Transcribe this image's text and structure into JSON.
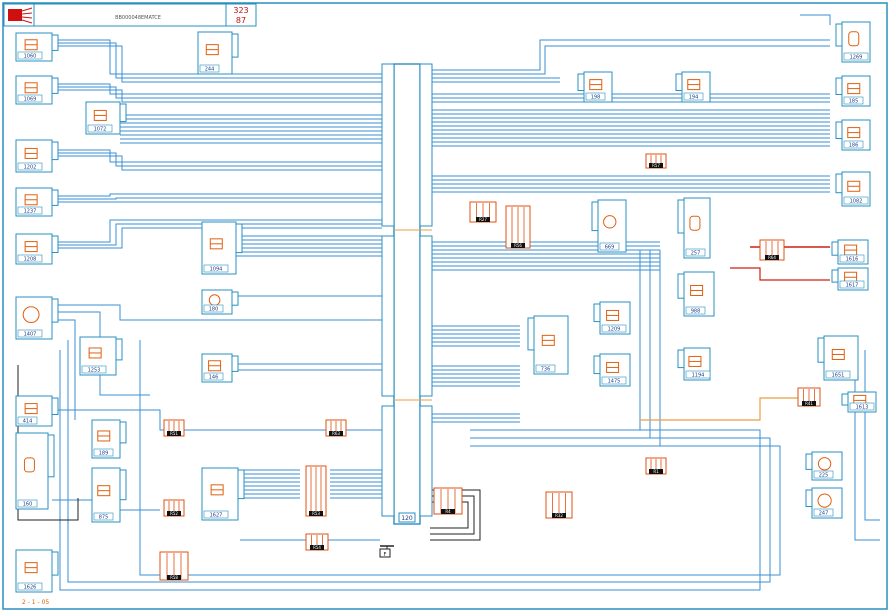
{
  "title_block": {
    "code": "323",
    "sheet": "87",
    "description": "BB000048EMATCE"
  },
  "hub": {
    "id": "120"
  },
  "fuse_component": {
    "id": "F"
  },
  "components_left": [
    {
      "id": "1060"
    },
    {
      "id": "1069"
    },
    {
      "id": "1072"
    },
    {
      "id": "1202"
    },
    {
      "id": "1237"
    },
    {
      "id": "1208"
    },
    {
      "id": "1407"
    },
    {
      "id": "1253"
    },
    {
      "id": "414"
    },
    {
      "id": "160"
    },
    {
      "id": "1626"
    }
  ],
  "components_mid_left": [
    {
      "id": "244"
    },
    {
      "id": "1094"
    },
    {
      "id": "180"
    },
    {
      "id": "146"
    },
    {
      "id": "189"
    },
    {
      "id": "875"
    },
    {
      "id": "1627"
    }
  ],
  "components_right": [
    {
      "id": "1269"
    },
    {
      "id": "185"
    },
    {
      "id": "186"
    },
    {
      "id": "1082"
    },
    {
      "id": "1616"
    },
    {
      "id": "1617"
    },
    {
      "id": "1651"
    },
    {
      "id": "1613"
    },
    {
      "id": "225"
    },
    {
      "id": "247"
    }
  ],
  "components_center_right": [
    {
      "id": "198"
    },
    {
      "id": "194"
    },
    {
      "id": "669"
    },
    {
      "id": "257"
    },
    {
      "id": "1209"
    },
    {
      "id": "736"
    },
    {
      "id": "1475"
    },
    {
      "id": "1194"
    },
    {
      "id": "988"
    }
  ],
  "connectors": [
    {
      "id": "R51"
    },
    {
      "id": "R63"
    },
    {
      "id": "R52"
    },
    {
      "id": "R53"
    },
    {
      "id": "R54"
    },
    {
      "id": "R58"
    },
    {
      "id": "R56"
    },
    {
      "id": "R57"
    },
    {
      "id": "R32"
    },
    {
      "id": "R1"
    },
    {
      "id": "R64"
    },
    {
      "id": "R41"
    },
    {
      "id": "R4"
    },
    {
      "id": "R27"
    }
  ],
  "bottom_note": "2 - 1 - 05",
  "colors": {
    "frame": "#2a8fc0",
    "wire": "#3b8fd0",
    "dark_wire": "#222222",
    "component_stroke": "#e06010",
    "red_wire": "#cc2010",
    "label_bg": "#1a3a8a",
    "connector_fill": "#e05010"
  }
}
